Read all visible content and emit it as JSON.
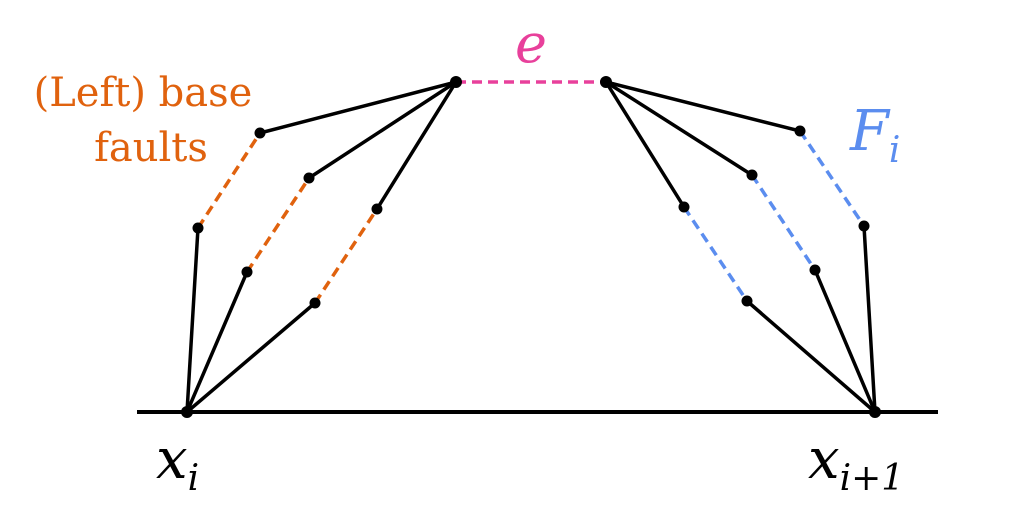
{
  "labels": {
    "left_base_line1": "(Left) base",
    "left_base_line2": "faults",
    "edge_label": "e",
    "fault_family_main": "F",
    "fault_family_sub": "i",
    "x_left_main": "x",
    "x_left_sub": "i",
    "x_right_main": "x",
    "x_right_sub": "i+1"
  },
  "colors": {
    "line": "#000000",
    "left_fault": "#e0620e",
    "right_fault": "#5b8def",
    "edge": "#e8409b",
    "vertex": "#000000"
  }
}
